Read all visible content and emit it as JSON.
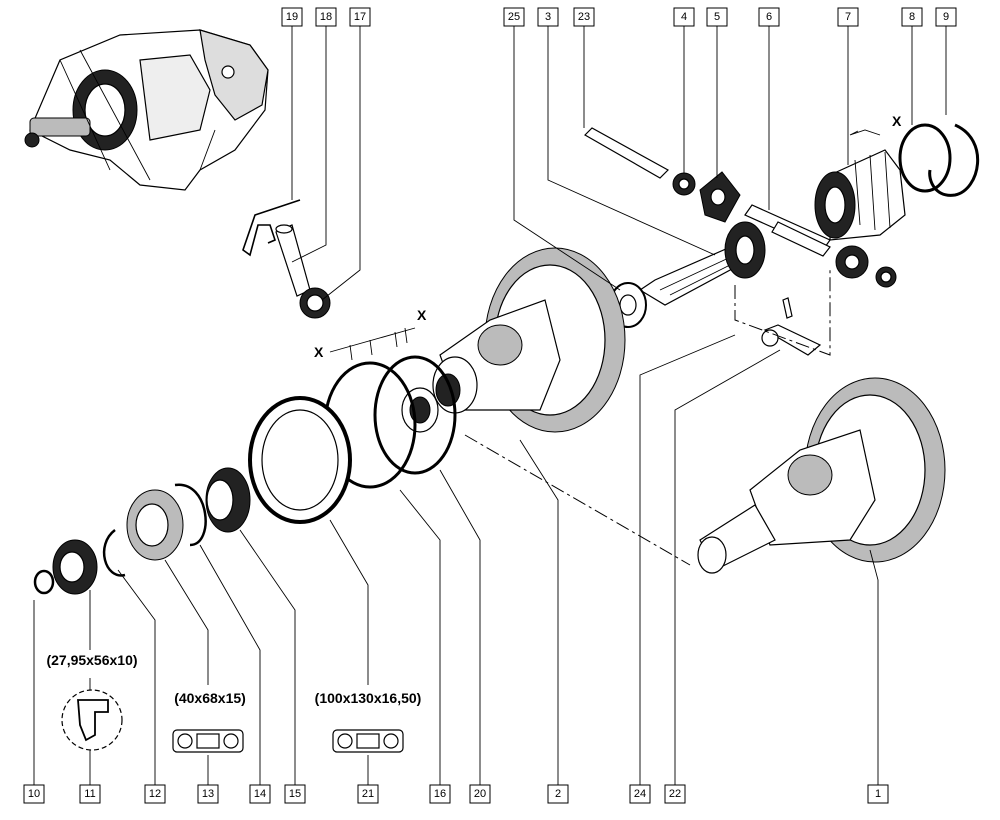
{
  "callouts": {
    "c19": "19",
    "c18": "18",
    "c17": "17",
    "c25": "25",
    "c3": "3",
    "c23": "23",
    "c4": "4",
    "c5": "5",
    "c6": "6",
    "c7": "7",
    "c8": "8",
    "c9": "9",
    "c10": "10",
    "c11": "11",
    "c12": "12",
    "c13": "13",
    "c14": "14",
    "c15": "15",
    "c21": "21",
    "c16": "16",
    "c20": "20",
    "c2": "2",
    "c24": "24",
    "c22": "22",
    "c1": "1"
  },
  "specs": {
    "seal": "(27,95x56x10)",
    "bearing": "(40x68x15)",
    "bearing_large": "(100x130x16,50)"
  },
  "markers": {
    "x_top": "X",
    "x_left": "X",
    "x_mid": "X"
  }
}
